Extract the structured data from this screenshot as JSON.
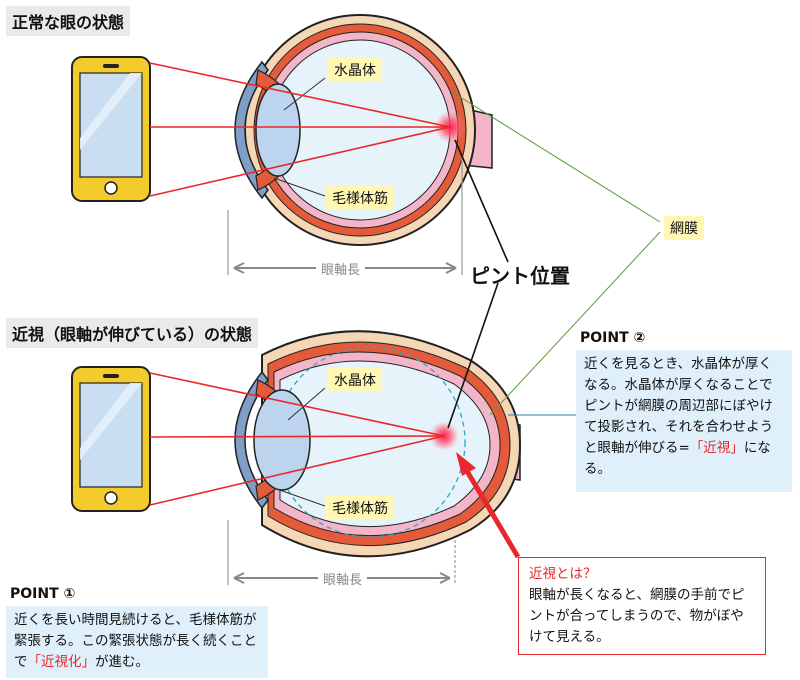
{
  "colors": {
    "accent_red": "#e8282b",
    "eye_outer": "#f5d7b5",
    "eye_muscle": "#e35b3a",
    "retina_pink": "#f3b6c8",
    "cornea_blue": "#7f9fc9",
    "lens_blue": "#bcd4ee",
    "phone_yellow": "#f3cc2b",
    "screen_blue": "#c9def1",
    "note_bg": "#dff0fa",
    "label_bg": "#fff7b3"
  },
  "icons": [
    "smartphone-icon",
    "eye-cross-section-icon"
  ],
  "normal": {
    "title": "正常な眼の状態",
    "lens_label": "水晶体",
    "ciliary_label": "毛様体筋",
    "axis_label": "眼軸長"
  },
  "myopia": {
    "title": "近視（眼軸が伸びている）の状態",
    "lens_label": "水晶体",
    "ciliary_label": "毛様体筋",
    "axis_label": "眼軸長"
  },
  "labels": {
    "retina": "網膜",
    "focus_point": "ピント位置"
  },
  "point1": {
    "label": "POINT ①",
    "text_before": "近くを長い時間見続けると、毛様体筋が緊張する。この緊張状態が長く続くことで",
    "highlight": "「近視化」",
    "text_after": "が進む。"
  },
  "point2": {
    "label": "POINT ②",
    "text_before": "近くを見るとき、水晶体が厚くなる。水晶体が厚くなることでピントが網膜の周辺部にぼやけて投影され、それを合わせようと眼軸が伸びる=",
    "highlight": "「近視」",
    "text_after": "になる。"
  },
  "callout": {
    "title": "近視とは？",
    "text": "眼軸が長くなると、網膜の手前でピントが合ってしまうので、物がぼやけて見える。"
  }
}
